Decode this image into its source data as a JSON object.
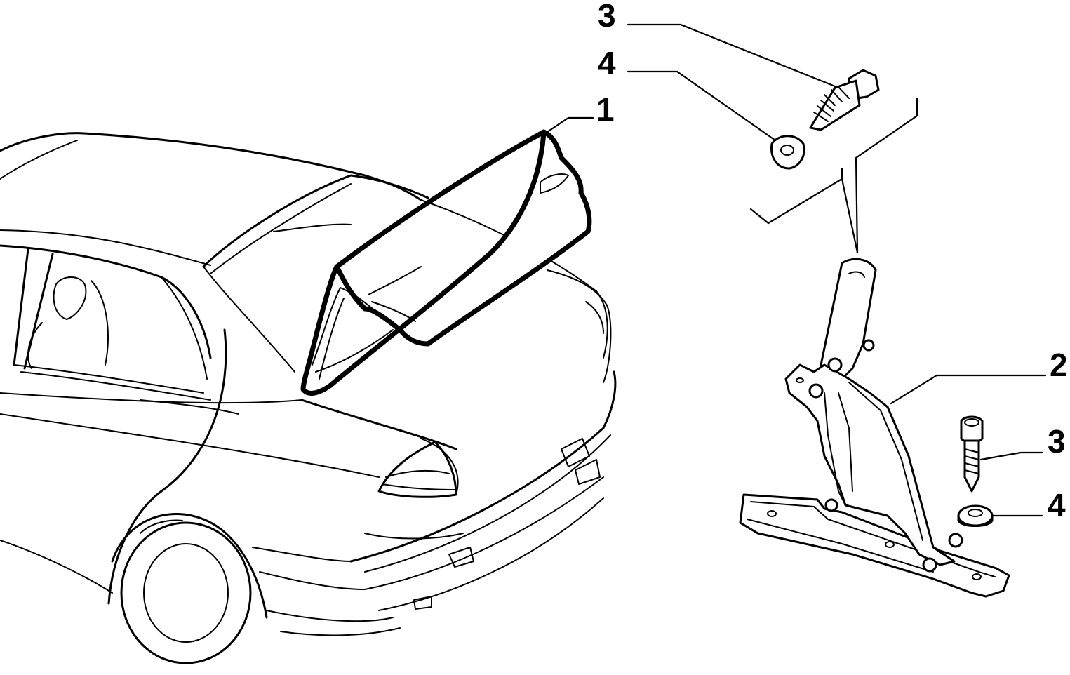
{
  "colors": {
    "line": "#000000",
    "background": "#ffffff"
  },
  "callouts": [
    {
      "id": "callout-1",
      "label": "1"
    },
    {
      "id": "callout-2",
      "label": "2"
    },
    {
      "id": "callout-3-top",
      "label": "3"
    },
    {
      "id": "callout-4-top",
      "label": "4"
    },
    {
      "id": "callout-3-bottom",
      "label": "3"
    },
    {
      "id": "callout-4-bottom",
      "label": "4"
    }
  ]
}
